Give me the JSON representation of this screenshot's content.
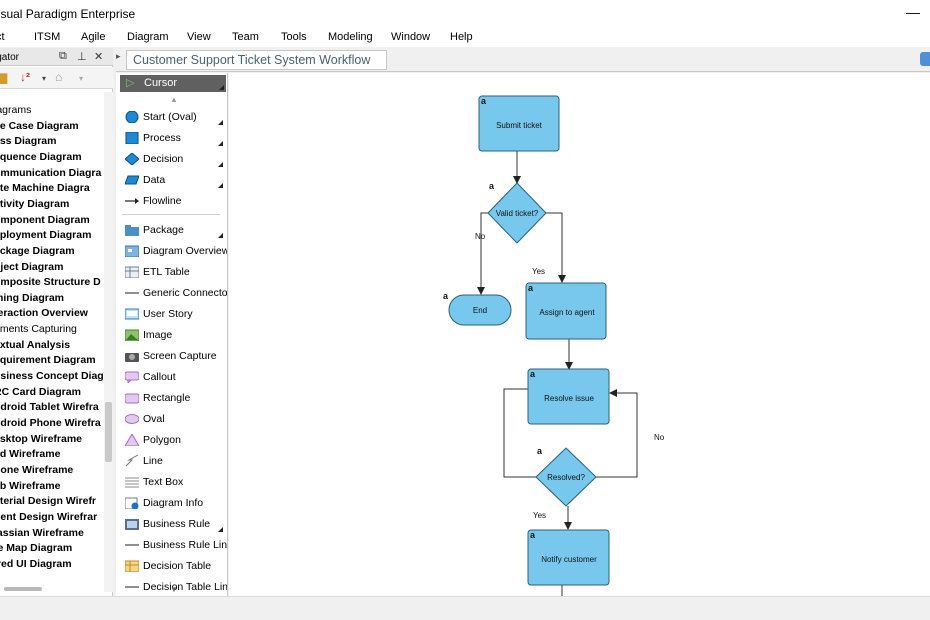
{
  "app": {
    "title": "Visual Paradigm Enterprise",
    "minimize_glyph": "—"
  },
  "menu": [
    "ct",
    "ITSM",
    "Agile",
    "Diagram",
    "View",
    "Team",
    "Tools",
    "Modeling",
    "Window",
    "Help"
  ],
  "navigator": {
    "title": "igator",
    "tree_items": [
      {
        "label": "iagrams",
        "bold": false
      },
      {
        "label": "se Case Diagram",
        "bold": true
      },
      {
        "label": "ass Diagram",
        "bold": true
      },
      {
        "label": "equence Diagram",
        "bold": true
      },
      {
        "label": "ommunication Diagra",
        "bold": true
      },
      {
        "label": "ate Machine Diagra",
        "bold": true
      },
      {
        "label": "ctivity Diagram",
        "bold": true
      },
      {
        "label": "omponent Diagram",
        "bold": true
      },
      {
        "label": "eployment Diagram",
        "bold": true
      },
      {
        "label": "ackage Diagram",
        "bold": true
      },
      {
        "label": "bject Diagram",
        "bold": true
      },
      {
        "label": "omposite Structure D",
        "bold": true
      },
      {
        "label": "ming Diagram",
        "bold": true
      },
      {
        "label": "teraction Overview",
        "bold": true
      },
      {
        "label": "ements Capturing",
        "bold": false
      },
      {
        "label": "extual Analysis",
        "bold": true
      },
      {
        "label": "equirement Diagram",
        "bold": true
      },
      {
        "label": "usiness Concept Diag",
        "bold": true
      },
      {
        "label": "RC Card Diagram",
        "bold": true
      },
      {
        "label": "ndroid Tablet Wirefra",
        "bold": true
      },
      {
        "label": "ndroid Phone Wirefra",
        "bold": true
      },
      {
        "label": "esktop Wireframe",
        "bold": true
      },
      {
        "label": "ad Wireframe",
        "bold": true
      },
      {
        "label": "hone Wireframe",
        "bold": true
      },
      {
        "label": "eb Wireframe",
        "bold": true
      },
      {
        "label": "aterial Design Wirefr",
        "bold": true
      },
      {
        "label": "uent Design Wirefrar",
        "bold": true
      },
      {
        "label": "lassian Wireframe",
        "bold": true
      },
      {
        "label": "te Map Diagram",
        "bold": true
      },
      {
        "label": "ired UI Diagram",
        "bold": true
      }
    ]
  },
  "diagram_tab": {
    "title": "Customer Support Ticket System Workflow"
  },
  "palette": {
    "cursor_label": "Cursor",
    "items": [
      {
        "label": "Start (Oval)",
        "icon": "start-oval-icon",
        "more": true
      },
      {
        "label": "Process",
        "icon": "process-icon",
        "more": true
      },
      {
        "label": "Decision",
        "icon": "decision-icon",
        "more": true
      },
      {
        "label": "Data",
        "icon": "data-icon",
        "more": true
      },
      {
        "label": "Flowline",
        "icon": "flowline-icon",
        "more": false
      },
      {
        "label": "Package",
        "icon": "package-icon",
        "more": true
      },
      {
        "label": "Diagram Overview",
        "icon": "diagram-overview-icon",
        "more": false
      },
      {
        "label": "ETL Table",
        "icon": "etl-table-icon",
        "more": false
      },
      {
        "label": "Generic Connector",
        "icon": "generic-connector-icon",
        "more": false
      },
      {
        "label": "User Story",
        "icon": "user-story-icon",
        "more": false
      },
      {
        "label": "Image",
        "icon": "image-icon",
        "more": false
      },
      {
        "label": "Screen Capture",
        "icon": "screen-capture-icon",
        "more": false
      },
      {
        "label": "Callout",
        "icon": "callout-icon",
        "more": false
      },
      {
        "label": "Rectangle",
        "icon": "rectangle-icon",
        "more": false
      },
      {
        "label": "Oval",
        "icon": "oval-icon",
        "more": false
      },
      {
        "label": "Polygon",
        "icon": "polygon-icon",
        "more": false
      },
      {
        "label": "Line",
        "icon": "line-icon",
        "more": false
      },
      {
        "label": "Text Box",
        "icon": "text-box-icon",
        "more": false
      },
      {
        "label": "Diagram Info",
        "icon": "diagram-info-icon",
        "more": false
      },
      {
        "label": "Business Rule",
        "icon": "business-rule-icon",
        "more": true
      },
      {
        "label": "Business Rule Link",
        "icon": "business-rule-link-icon",
        "more": false
      },
      {
        "label": "Decision Table",
        "icon": "decision-table-icon",
        "more": false
      },
      {
        "label": "Decision Table Link",
        "icon": "decision-table-link-icon",
        "more": false
      }
    ]
  },
  "flowchart": {
    "shape_marker": "a",
    "nodes": {
      "submit": "Submit ticket",
      "valid": "Valid ticket?",
      "end": "End",
      "assign": "Assign to agent",
      "resolve": "Resolve issue",
      "resolved": "Resolved?",
      "notify": "Notify customer"
    },
    "edge_labels": {
      "no": "No",
      "yes": "Yes"
    },
    "colors": {
      "fill": "#78c8ee",
      "stroke": "#2b5f7d",
      "line": "#333333"
    }
  }
}
